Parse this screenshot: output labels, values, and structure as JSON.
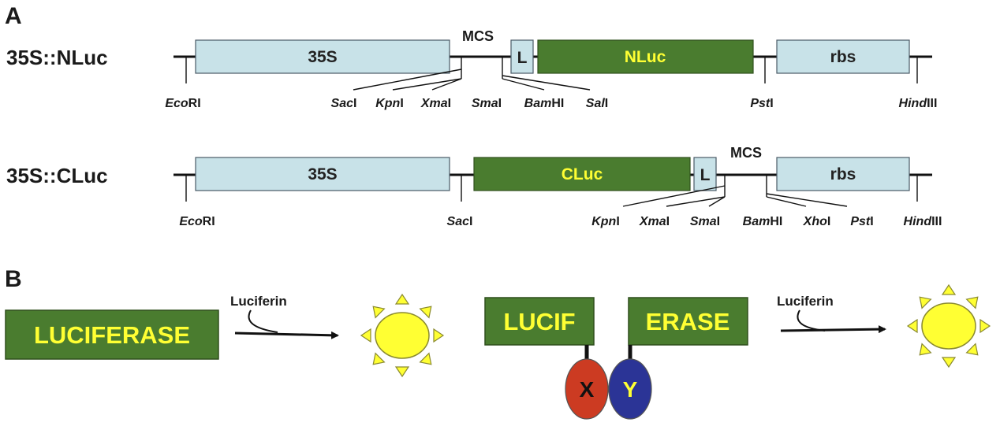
{
  "panel_a": {
    "label": "A",
    "construct1": {
      "name": "35S::NLuc",
      "blocks": {
        "promoter": "35S",
        "linker": "L",
        "gene": "NLuc",
        "terminator": "rbs"
      },
      "mcs": "MCS",
      "sites": [
        {
          "pre": "Eco",
          "suf": "RI"
        },
        {
          "pre": "Sac",
          "suf": "I"
        },
        {
          "pre": "Kpn",
          "suf": "I"
        },
        {
          "pre": "Xma",
          "suf": "I"
        },
        {
          "pre": "Sma",
          "suf": "I"
        },
        {
          "pre": "Bam",
          "suf": "HI"
        },
        {
          "pre": "Sal",
          "suf": "I"
        },
        {
          "pre": "Pst",
          "suf": "I"
        },
        {
          "pre": "Hind",
          "suf": "III"
        }
      ]
    },
    "construct2": {
      "name": "35S::CLuc",
      "blocks": {
        "promoter": "35S",
        "gene": "CLuc",
        "linker": "L",
        "terminator": "rbs"
      },
      "mcs": "MCS",
      "sites": [
        {
          "pre": "Eco",
          "suf": "RI"
        },
        {
          "pre": "Sac",
          "suf": "I"
        },
        {
          "pre": "Kpn",
          "suf": "I"
        },
        {
          "pre": "Xma",
          "suf": "I"
        },
        {
          "pre": "Sma",
          "suf": "I"
        },
        {
          "pre": "Bam",
          "suf": "HI"
        },
        {
          "pre": "Xho",
          "suf": "I"
        },
        {
          "pre": "Pst",
          "suf": "I"
        },
        {
          "pre": "Hind",
          "suf": "III"
        }
      ]
    }
  },
  "panel_b": {
    "label": "B",
    "whole_enzyme": "LUCIFERASE",
    "substrate_1": "Luciferin",
    "fragment_n": "LUCIF",
    "fragment_c": "ERASE",
    "substrate_2": "Luciferin",
    "protein_x": "X",
    "protein_y": "Y"
  },
  "colors": {
    "vector_block": "#c8e2e8",
    "luc_green": "#4a7c2f",
    "luc_text": "#ffff33",
    "sun_yellow": "#ffff33",
    "protein_x": "#cc3b22",
    "protein_y": "#2b3496"
  }
}
